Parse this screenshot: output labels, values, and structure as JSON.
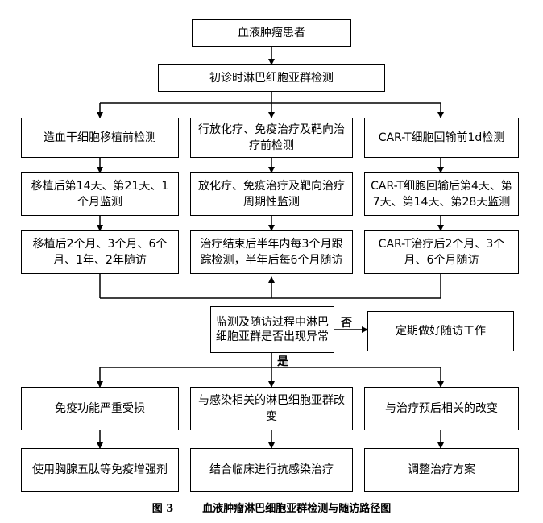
{
  "nodes": {
    "patient": "血液肿瘤患者",
    "initial": "初诊时淋巴细胞亚群检测",
    "hsct_pre": "造血干细胞移植前检测",
    "therapy_pre": "行放化疗、免疫治疗及靶向治疗前检测",
    "cart_pre": "CAR-T细胞回输前1d检测",
    "hsct_monitor": "移植后第14天、第21天、1个月监测",
    "therapy_monitor": "放化疗、免疫治疗及靶向治疗周期性监测",
    "cart_monitor": "CAR-T细胞回输后第4天、第7天、第14天、第28天监测",
    "hsct_followup": "移植后2个月、3个月、6个月、1年、2年随访",
    "therapy_followup": "治疗结束后半年内每3个月跟踪检测，半年后每6个月随访",
    "cart_followup": "CAR-T治疗后2个月、3个月、6个月随访",
    "decision": "监测及随访过程中淋巴细胞亚群是否出现异常",
    "regular": "定期做好随访工作",
    "immune_damage": "免疫功能严重受损",
    "infection_change": "与感染相关的淋巴细胞亚群改变",
    "prognosis_change": "与治疗预后相关的改变",
    "thymopentin": "使用胸腺五肽等免疫增强剂",
    "anti_infection": "结合临床进行抗感染治疗",
    "adjust": "调整治疗方案"
  },
  "edge_labels": {
    "no": "否",
    "yes": "是"
  },
  "caption": {
    "number": "图 3",
    "title": "血液肿瘤淋巴细胞亚群检测与随访路径图"
  }
}
